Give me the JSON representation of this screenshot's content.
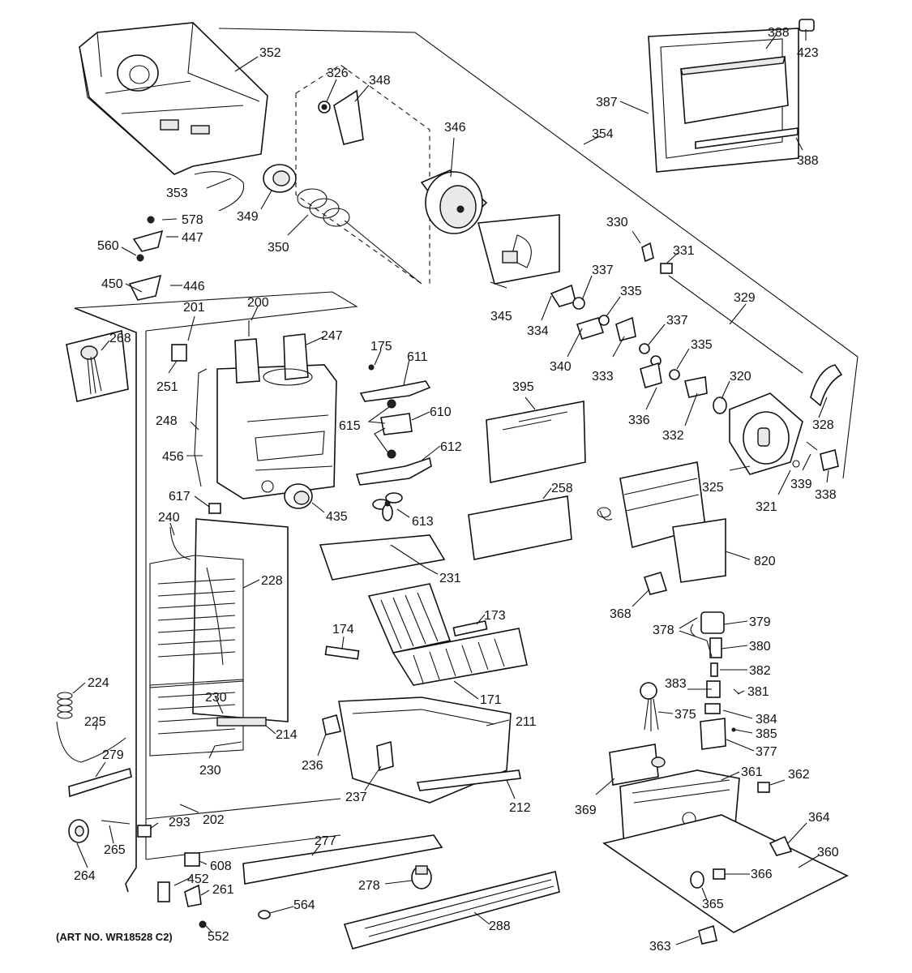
{
  "figure": {
    "art_number": "(ART NO. WR18528 C2)"
  },
  "labels": {
    "l352": "352",
    "l326": "326",
    "l348": "348",
    "l346": "346",
    "l388a": "388",
    "l423": "423",
    "l387": "387",
    "l354": "354",
    "l388b": "388",
    "l353": "353",
    "l349": "349",
    "l350": "350",
    "l578": "578",
    "l447": "447",
    "l560": "560",
    "l450": "450",
    "l446": "446",
    "l330": "330",
    "l331": "331",
    "l337a": "337",
    "l335a": "335",
    "l345": "345",
    "l334": "334",
    "l329": "329",
    "l201": "201",
    "l200": "200",
    "l247": "247",
    "l268": "268",
    "l175": "175",
    "l611": "611",
    "l340": "340",
    "l333": "333",
    "l337b": "337",
    "l335b": "335",
    "l251": "251",
    "l395": "395",
    "l320": "320",
    "l615": "615",
    "l610": "610",
    "l248": "248",
    "l612": "612",
    "l336": "336",
    "l332": "332",
    "l328": "328",
    "l456": "456",
    "l325": "325",
    "l339": "339",
    "l338": "338",
    "l321": "321",
    "l617": "617",
    "l258": "258",
    "l435": "435",
    "l613": "613",
    "l240": "240",
    "l820": "820",
    "l231": "231",
    "l228": "228",
    "l368": "368",
    "l173": "173",
    "l174": "174",
    "l378": "378",
    "l379": "379",
    "l380": "380",
    "l382": "382",
    "l224": "224",
    "l383": "383",
    "l381": "381",
    "l171": "171",
    "l230a": "230",
    "l375": "375",
    "l225": "225",
    "l211": "211",
    "l384": "384",
    "l385": "385",
    "l214": "214",
    "l377": "377",
    "l279": "279",
    "l236": "236",
    "l230b": "230",
    "l361": "361",
    "l362": "362",
    "l237": "237",
    "l212": "212",
    "l369": "369",
    "l202": "202",
    "l364": "364",
    "l293": "293",
    "l277": "277",
    "l265": "265",
    "l360": "360",
    "l608": "608",
    "l264": "264",
    "l366": "366",
    "l452": "452",
    "l261": "261",
    "l278": "278",
    "l365": "365",
    "l564": "564",
    "l288": "288",
    "l552": "552",
    "l363": "363"
  }
}
